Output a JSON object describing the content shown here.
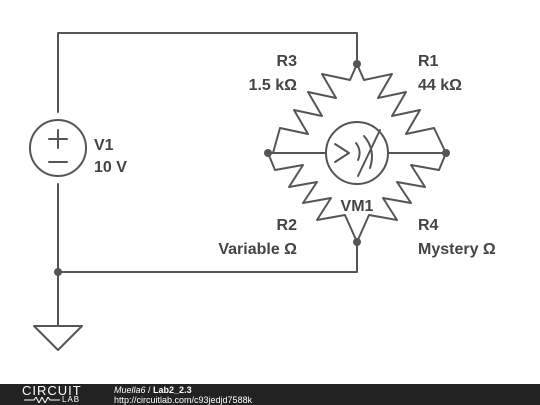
{
  "circuit": {
    "source": {
      "name": "V1",
      "value": "10 V"
    },
    "r3": {
      "name": "R3",
      "value": "1.5 kΩ"
    },
    "r1": {
      "name": "R1",
      "value": "44 kΩ"
    },
    "r2": {
      "name": "R2",
      "value": "Variable Ω"
    },
    "r4": {
      "name": "R4",
      "value": "Mystery Ω"
    },
    "meter": {
      "name": "VM1"
    },
    "wire_color": "#555555"
  },
  "footer": {
    "logo_top": "CIRCUIT",
    "logo_bottom": "LAB",
    "author": "Muella6",
    "separator": " / ",
    "title": "Lab2_2.3",
    "url": "http://circuitlab.com/c93jedjd7588k"
  }
}
